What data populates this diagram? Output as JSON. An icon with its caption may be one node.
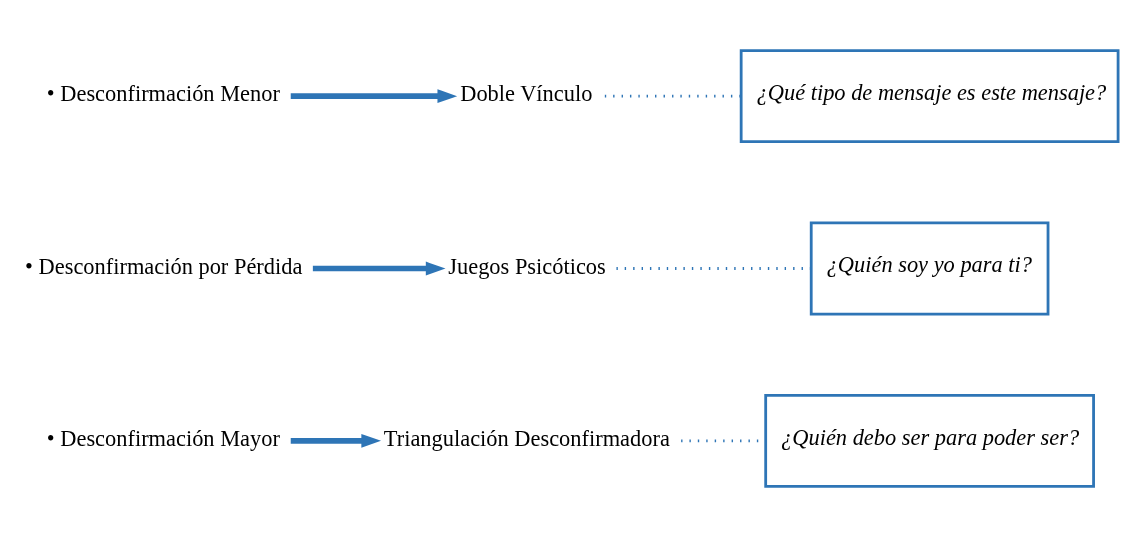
{
  "diagram": {
    "nodes": [
      {
        "text": [
          "• Desconfirmación Menor"
        ]
      },
      {
        "text": [
          "Doble Vínculo"
        ]
      },
      {
        "text": [
          "¿Qué tipo de mensaje es este mensaje?"
        ]
      },
      {
        "text": [
          "• Desconfirmación por Pérdida"
        ]
      },
      {
        "text": [
          "Juegos Psicóticos"
        ]
      },
      {
        "text": [
          "¿Quién soy yo para ti?"
        ]
      },
      {
        "text": [
          "• Desconfirmación Mayor"
        ]
      },
      {
        "text": [
          "Triangulación Desconfirmadora"
        ]
      },
      {
        "text": [
          "¿Quién debo ser para poder ser?"
        ]
      }
    ],
    "edges": [
      {
        "from": 0,
        "to": 1,
        "arrow": "to",
        "style": "thick"
      },
      {
        "from": 1,
        "to": 2,
        "arrow": "none",
        "style": "dashed"
      },
      {
        "from": 3,
        "to": 4,
        "arrow": "to",
        "style": "thick"
      },
      {
        "from": 4,
        "to": 5,
        "arrow": "none",
        "style": "dashed"
      },
      {
        "from": 6,
        "to": 7,
        "arrow": "to",
        "style": "thick"
      },
      {
        "from": 7,
        "to": 8,
        "arrow": "none",
        "style": "dashed"
      }
    ]
  }
}
